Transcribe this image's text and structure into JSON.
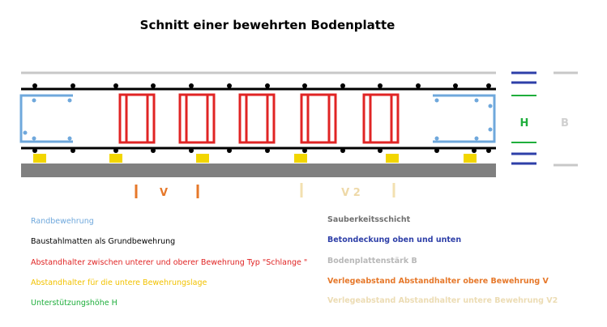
{
  "title": "Schnitt einer bewehrten Bodenplatte",
  "labels": {
    "h": "H",
    "b": "B",
    "v": "V",
    "v2": "V 2"
  },
  "colors": {
    "rand": "#6fa8dc",
    "matten": "#000000",
    "schlange": "#e02424",
    "abstandhalter": "#f2d600",
    "hoehe": "#1fae3c",
    "sauberkeit": "#808080",
    "deckung": "#2e3fa8",
    "staerke": "#c8c8c8",
    "v": "#e6782a",
    "v2": "#f3e0b0"
  },
  "legend_left": [
    {
      "text": "Randbewehrung",
      "color": "#6fa8dc"
    },
    {
      "text": "Baustahlmatten als Grundbewehrung",
      "color": "#000000"
    },
    {
      "text": "Abstandhalter zwischen unterer und oberer Bewehrung Typ \"Schlange \"",
      "color": "#e02424"
    },
    {
      "text": "Abstandhalter für die untere Bewehrungslage",
      "color": "#f2c200"
    },
    {
      "text": "Unterstützungshöhe H",
      "color": "#1fae3c"
    }
  ],
  "legend_right": [
    {
      "text": "Sauberkeitsschicht",
      "color": "#707070"
    },
    {
      "text": "Betondeckung oben und unten",
      "color": "#2e3fa8"
    },
    {
      "text": "Bodenplattenstärk B",
      "color": "#b8b8b8"
    },
    {
      "text": "Verlegeabstand Abstandhalter obere Bewehrung V",
      "color": "#e6782a"
    },
    {
      "text": "Verlegeabstand Abstandhalter untere Bewehrung V2",
      "color": "#ecdcb4"
    }
  ]
}
